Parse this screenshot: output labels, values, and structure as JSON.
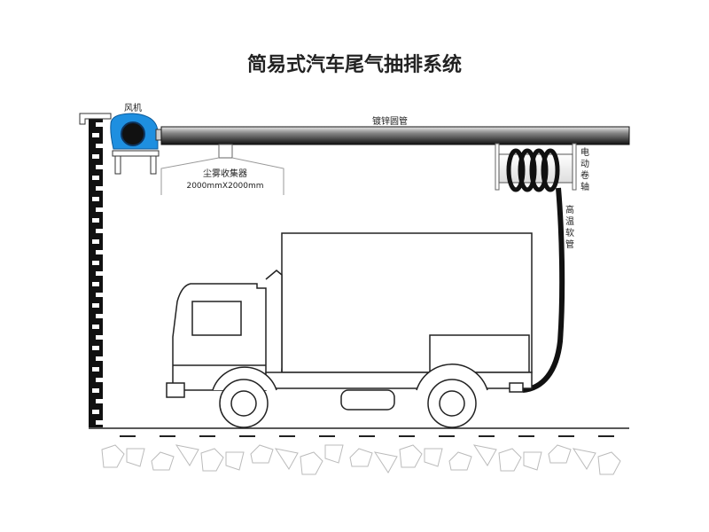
{
  "title": "简易式汽车尾气抽排系统",
  "labels": {
    "fan": "风机",
    "pipe": "镀锌圆管",
    "collector_name": "尘雾收集器",
    "collector_size": "2000mmX2000mm",
    "reel": [
      "电",
      "动",
      "卷",
      "轴"
    ],
    "hose": [
      "高",
      "温",
      "软",
      "管"
    ]
  },
  "colors": {
    "fan": "#1e8fe0",
    "hose": "#111111"
  }
}
